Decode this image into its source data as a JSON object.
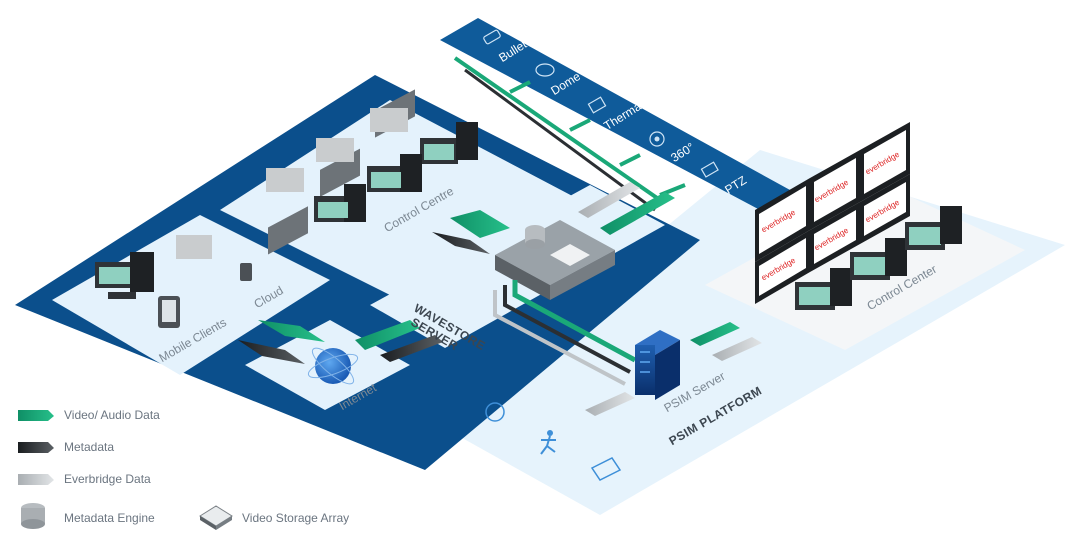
{
  "cameras": {
    "bullet": "Bullet",
    "dome": "Dome",
    "thermal": "Thermal",
    "deg360": "360°",
    "ptz": "PTZ"
  },
  "zones": {
    "control_centre": "Control Centre",
    "cloud": "Cloud",
    "mobile_clients": "Mobile Clients",
    "internet": "Internet",
    "wavestore_server_line1": "WAVESTORE",
    "wavestore_server_line2": "SERVER",
    "psim_server": "PSIM Server",
    "psim_platform": "PSIM PLATFORM",
    "control_center": "Control Center"
  },
  "video_wall": {
    "brand": "everbridge"
  },
  "legend": {
    "video_audio": "Video/ Audio Data",
    "metadata": "Metadata",
    "everbridge": "Everbridge Data",
    "metadata_engine": "Metadata Engine",
    "video_storage": "Video Storage Array"
  },
  "colors": {
    "dark_blue": "#0b4f8c",
    "light_panel": "#dff0fb",
    "green": "#1aa878",
    "metadata": "#2b2f33",
    "everbridge": "#bfc4c8",
    "camera_strip": "#0f5b9a"
  }
}
